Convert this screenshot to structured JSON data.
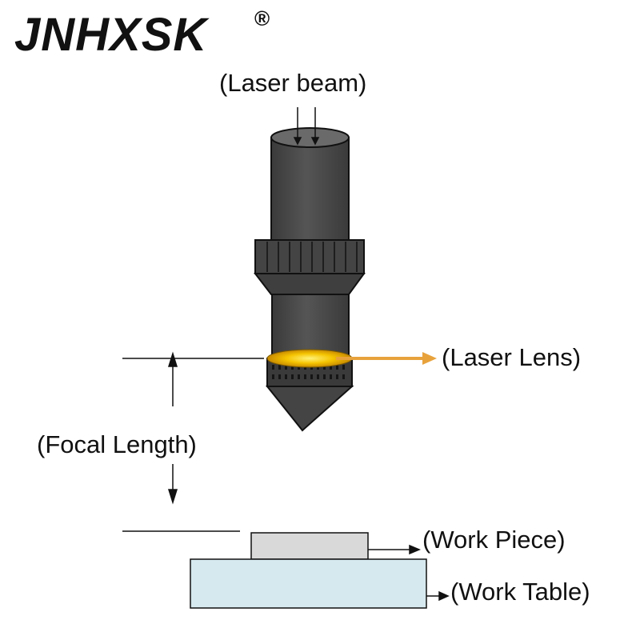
{
  "brand": {
    "name": "JNHXSK",
    "registered_mark": "®"
  },
  "labels": {
    "laser_beam": "(Laser beam)",
    "laser_lens": "(Laser Lens)",
    "focal_length": "(Focal Length)",
    "work_piece": "(Work Piece)",
    "work_table": "(Work Table)"
  },
  "colors": {
    "nozzle_body": "#4a4a4a",
    "nozzle_dark": "#2e2e2e",
    "nozzle_top": "#6a6a6a",
    "lens_glow": "#f5c400",
    "lens_arrow": "#e8a23c",
    "work_piece": "#d9d9d9",
    "work_table": "#d6e9ee",
    "line": "#111111"
  }
}
